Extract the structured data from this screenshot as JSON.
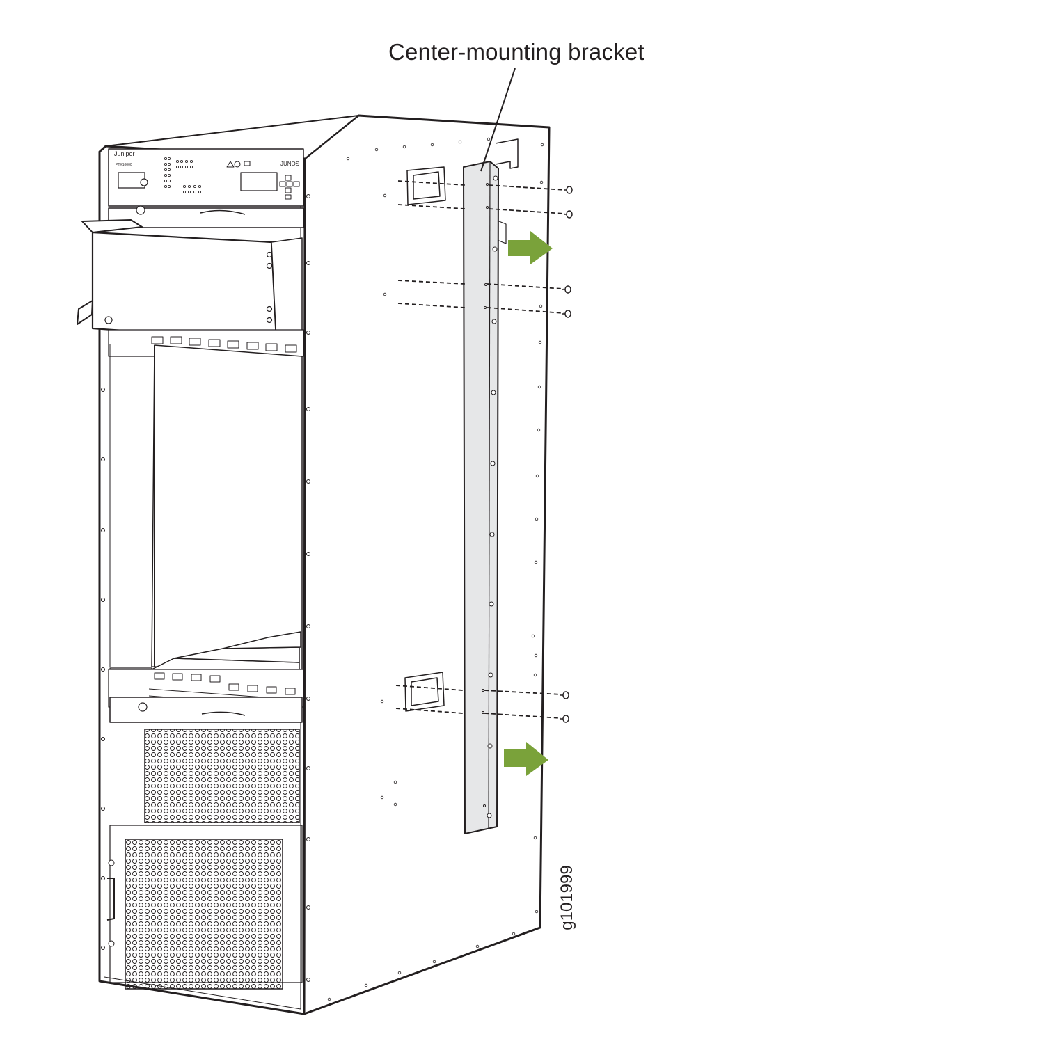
{
  "callouts": {
    "bracket_label": "Center-mounting bracket"
  },
  "figure": {
    "id": "g101999"
  },
  "panel_labels": {
    "brand": "Juniper",
    "model": "PTX10000",
    "os": "JUNOS"
  },
  "colors": {
    "line": "#231f20",
    "bracket_fill": "#e6e7e8",
    "chassis_fill": "#ffffff",
    "arrow": "#7aa23a"
  },
  "icons": {
    "arrow": "arrow-right-icon",
    "screw": "screw-icon"
  }
}
